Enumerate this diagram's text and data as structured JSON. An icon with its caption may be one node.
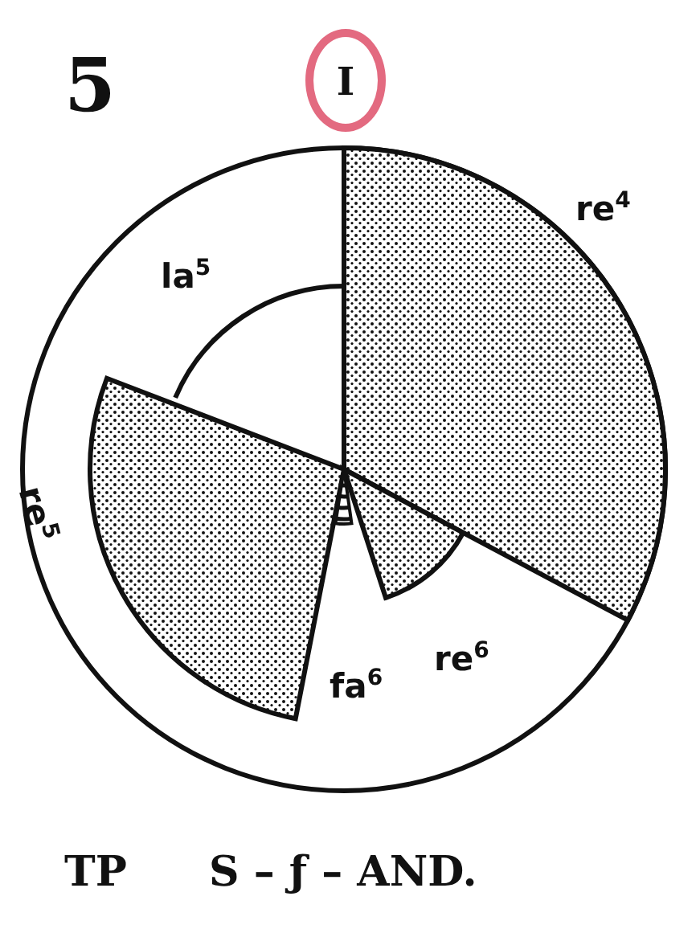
{
  "diagram": {
    "nodes": [
      {
        "text": [
          "I"
        ]
      }
    ],
    "edges": [],
    "labels": [
      "5",
      "la$^{5}$",
      "re$^{4}$",
      "re$^{5}$",
      "fa$^{6}$",
      "re$^{6}$",
      "TP",
      "S – ƒ – AND."
    ]
  }
}
